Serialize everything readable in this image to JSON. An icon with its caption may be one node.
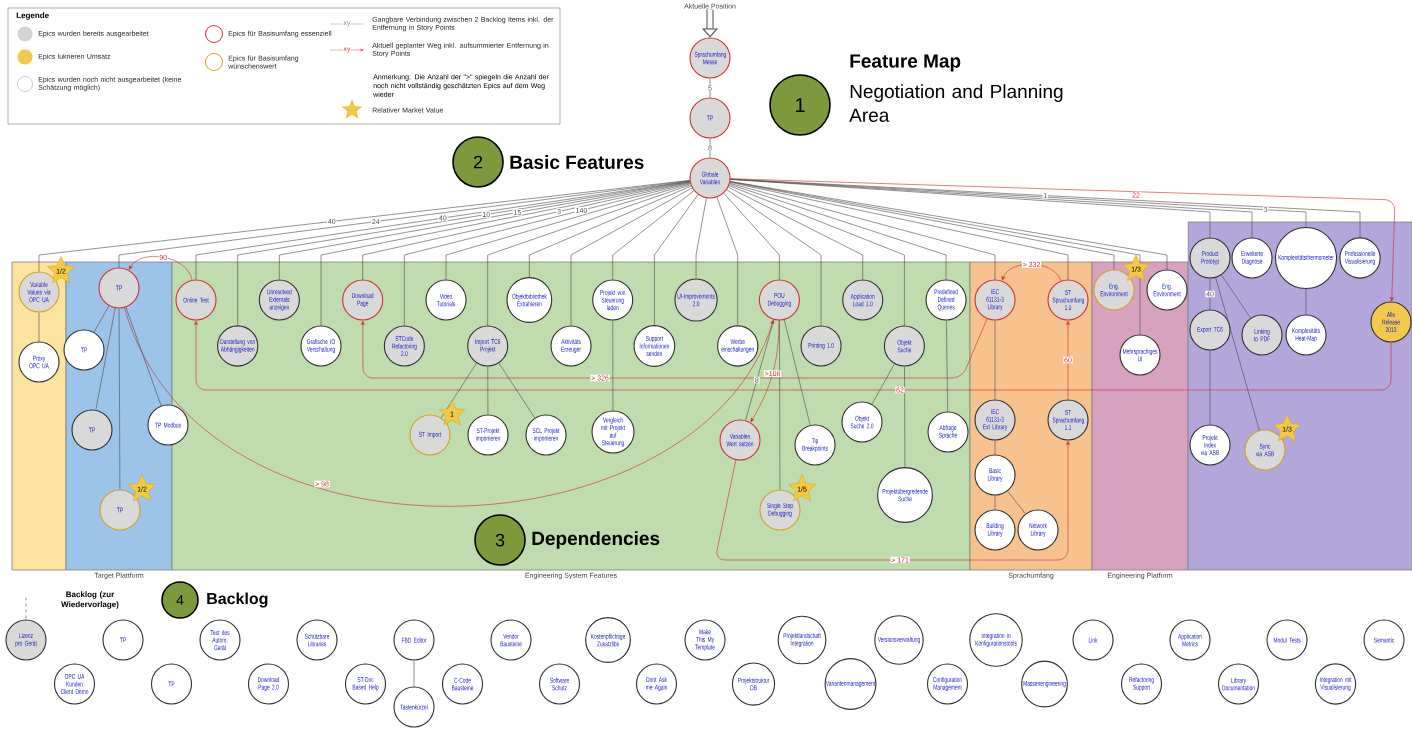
{
  "diagram": {
    "nodes": [
      {
        "text": [
          "Aktuelle Position"
        ]
      },
      {
        "text": [
          "Sprachumfang Messe"
        ]
      },
      {
        "text": [
          "TP"
        ]
      },
      {
        "text": [
          "Globale Variablen"
        ]
      },
      {
        "text": [],
        "shape": "box"
      },
      {
        "text": [
          "Target Plattform"
        ]
      },
      {
        "text": [
          "Engineering System Features"
        ]
      },
      {
        "text": [
          "Sprachumfang"
        ]
      },
      {
        "text": [
          "Engineering Platform"
        ]
      },
      {
        "text": [],
        "shape": "box"
      },
      {
        "text": [
          "Variable Values via OPC UA"
        ],
        "in": 4,
        "beside": [
          "1/2"
        ]
      },
      {
        "text": [
          "Proxy OPC UA"
        ],
        "in": 4
      },
      {
        "text": [
          "TP"
        ],
        "in": 5
      },
      {
        "text": [
          "TP"
        ],
        "in": 5
      },
      {
        "text": [
          "TP"
        ],
        "in": 5
      },
      {
        "text": [
          "TP Modbus"
        ]
      },
      {
        "text": [
          "TP"
        ],
        "in": 5,
        "beside": [
          "1/2"
        ]
      },
      {
        "text": [
          "Online Test"
        ],
        "in": 6
      },
      {
        "text": [
          "Darstellung von Abhängigkeiten"
        ],
        "in": 6
      },
      {
        "text": [
          "Unresolved Externals anzeigen"
        ],
        "in": 6
      },
      {
        "text": [
          "Grafische IO Verschaltung"
        ],
        "in": 6
      },
      {
        "text": [
          "Download Page"
        ],
        "in": 6
      },
      {
        "text": [
          "STCode Refactoring 2.0"
        ],
        "in": 6
      },
      {
        "text": [
          "Video Tutorials"
        ],
        "in": 6
      },
      {
        "text": [
          "Import TC6 Projekt"
        ],
        "in": 6
      },
      {
        "text": [
          "Objektbibliothek Extrahieren"
        ],
        "in": 6
      },
      {
        "text": [
          "Aktivitäts Erzeuger"
        ],
        "in": 6
      },
      {
        "text": [
          "Projekt von Steuerung laden"
        ],
        "in": 6
      },
      {
        "text": [
          "Support Informationen senden"
        ],
        "in": 6
      },
      {
        "text": [
          "UI-Improvements 2.0"
        ],
        "in": 6
      },
      {
        "text": [
          "Werbe einschaltungen"
        ],
        "in": 6
      },
      {
        "text": [
          "POU Debugging"
        ],
        "in": 6
      },
      {
        "text": [
          "Printing 1.0"
        ],
        "in": 6
      },
      {
        "text": [
          "Application Load 1.0"
        ],
        "in": 6
      },
      {
        "text": [
          "Objekt Suche"
        ],
        "in": 6
      },
      {
        "text": [
          "Predefined Defined Queries"
        ],
        "in": 6
      },
      {
        "text": [
          "ST Import"
        ],
        "in": 6,
        "beside": [
          "1"
        ]
      },
      {
        "text": [
          "ST-Projekt importieren"
        ],
        "in": 6
      },
      {
        "text": [
          "SCL Projekt importieren"
        ],
        "in": 6
      },
      {
        "text": [
          "Vergleich mit Projekt auf Steuerung"
        ],
        "in": 6
      },
      {
        "text": [
          "Variablen Wert setzen"
        ],
        "in": 6
      },
      {
        "text": [
          "Single Step Debugging"
        ],
        "in": 6,
        "beside": [
          "1/5"
        ]
      },
      {
        "text": [
          "Tip Breakpoints"
        ],
        "in": 6
      },
      {
        "text": [
          "Objekt Suche 2.0"
        ],
        "in": 6
      },
      {
        "text": [
          "Projektübergreifende Suche"
        ],
        "in": 6
      },
      {
        "text": [
          "Abfrage Sprache"
        ],
        "in": 6
      },
      {
        "text": [
          "IEC 61131-3 Library"
        ],
        "in": 7
      },
      {
        "text": [
          "ST Sprachumfang 1.0"
        ],
        "in": 7
      },
      {
        "text": [
          "IEC 61131-3 Ext Library"
        ],
        "in": 7
      },
      {
        "text": [
          "ST Sprachumfang 1.1"
        ],
        "in": 7
      },
      {
        "text": [
          "Basic Library"
        ],
        "in": 7
      },
      {
        "text": [
          "Building Library"
        ],
        "in": 7
      },
      {
        "text": [
          "Network Library"
        ],
        "in": 7
      },
      {
        "text": [
          "Eng. Environment"
        ],
        "in": 8,
        "beside": [
          "1/3"
        ]
      },
      {
        "text": [
          "Eng. Environment"
        ],
        "in": 8
      },
      {
        "text": [
          "Mehrsprachiges UI"
        ],
        "in": 8
      },
      {
        "text": [
          "Product Prototyp"
        ],
        "in": 9
      },
      {
        "text": [
          "Erweiterte Diagnose"
        ],
        "in": 9
      },
      {
        "text": [
          "Komplexitätsthermometer"
        ],
        "in": 9
      },
      {
        "text": [
          "Professionelle Visualisierung"
        ],
        "in": 9
      },
      {
        "text": [
          "Alle Release 2013"
        ],
        "in": 9
      },
      {
        "text": [
          "Export TC6"
        ],
        "in": 9
      },
      {
        "text": [
          "Komplexitäts Heat-Map"
        ],
        "in": 9
      },
      {
        "text": [
          "Linking to PDF"
        ],
        "in": 9
      },
      {
        "text": [
          "Projekt Index via ASB"
        ],
        "in": 9
      },
      {
        "text": [
          "Sync via ASB"
        ],
        "in": 9,
        "beside": [
          "1/3"
        ]
      },
      {
        "text": [
          "1"
        ]
      },
      {
        "text": [
          "2"
        ]
      },
      {
        "text": [
          "3"
        ],
        "in": 6
      },
      {
        "text": [
          "4"
        ]
      },
      {
        "text": [
          "Lizenz pro Gerät"
        ]
      },
      {
        "text": [
          "OPC UA Kunden Client Demo"
        ]
      },
      {
        "text": [
          "TP"
        ]
      },
      {
        "text": [
          "TP"
        ]
      },
      {
        "text": [
          "Test des Autom. Gerät"
        ]
      },
      {
        "text": [
          "Download Page 2.0"
        ]
      },
      {
        "text": [
          "Schützbare Libraries"
        ]
      },
      {
        "text": [
          "ST-Doc Based Help"
        ]
      },
      {
        "text": [
          "FBD Editor"
        ]
      },
      {
        "text": [
          "Tastenkürzel"
        ]
      },
      {
        "text": [
          "C-Code Bausteine"
        ]
      },
      {
        "text": [
          "Vendor Bausteine"
        ]
      },
      {
        "text": [
          "Software Schutz"
        ]
      },
      {
        "text": [
          "Kostenpflichtige Zusatzlibs"
        ]
      },
      {
        "text": [
          "Dont Ask me Again"
        ]
      },
      {
        "text": [
          "Make This My Template"
        ]
      },
      {
        "text": [
          "Projektstruktur DB"
        ]
      },
      {
        "text": [
          "Projektlandschaft Integration"
        ]
      },
      {
        "text": [
          "Variantenmanagement"
        ]
      },
      {
        "text": [
          "Versionsverwaltung"
        ]
      },
      {
        "text": [
          "Configuration Management"
        ]
      },
      {
        "text": [
          "Integration in Konfigurationstools"
        ]
      },
      {
        "text": [
          "Massenengineering"
        ]
      },
      {
        "text": [
          "Link"
        ]
      },
      {
        "text": [
          "Refactoring Support"
        ]
      },
      {
        "text": [
          "Application Metrics"
        ]
      },
      {
        "text": [
          "Library Documentation"
        ]
      },
      {
        "text": [
          "Modul Tests"
        ]
      },
      {
        "text": [
          "Integration mit Visualisierung"
        ]
      },
      {
        "text": [
          "Semantic"
        ]
      }
    ],
    "edges": [
      {
        "from": 0,
        "to": 1,
        "arrow": "to",
        "style": "thick"
      },
      {
        "from": 1,
        "to": 2,
        "arrow": "none",
        "label": "5"
      },
      {
        "from": 2,
        "to": 3,
        "arrow": "none",
        "label": "8"
      },
      {
        "from": 3,
        "to": 10,
        "arrow": "none",
        "label": "40"
      },
      {
        "from": 3,
        "to": 12,
        "arrow": "none",
        "label": "24"
      },
      {
        "from": 3,
        "to": 17,
        "arrow": "none",
        "label": "40"
      },
      {
        "from": 3,
        "to": 18,
        "arrow": "none",
        "label": "10"
      },
      {
        "from": 3,
        "to": 19,
        "arrow": "none",
        "label": "15"
      },
      {
        "from": 3,
        "to": 20,
        "arrow": "none"
      },
      {
        "from": 3,
        "to": 21,
        "arrow": "none",
        "label": "3"
      },
      {
        "from": 3,
        "to": 22,
        "arrow": "none",
        "label": "140"
      },
      {
        "from": 3,
        "to": 23,
        "arrow": "none"
      },
      {
        "from": 3,
        "to": 24,
        "arrow": "none"
      },
      {
        "from": 3,
        "to": 25,
        "arrow": "none"
      },
      {
        "from": 3,
        "to": 26,
        "arrow": "none"
      },
      {
        "from": 3,
        "to": 27,
        "arrow": "none"
      },
      {
        "from": 3,
        "to": 28,
        "arrow": "none"
      },
      {
        "from": 3,
        "to": 29,
        "arrow": "none"
      },
      {
        "from": 3,
        "to": 30,
        "arrow": "none"
      },
      {
        "from": 3,
        "to": 31,
        "arrow": "none"
      },
      {
        "from": 3,
        "to": 32,
        "arrow": "none"
      },
      {
        "from": 3,
        "to": 33,
        "arrow": "none"
      },
      {
        "from": 3,
        "to": 34,
        "arrow": "none"
      },
      {
        "from": 3,
        "to": 35,
        "arrow": "none"
      },
      {
        "from": 3,
        "to": 46,
        "arrow": "none"
      },
      {
        "from": 3,
        "to": 47,
        "arrow": "none"
      },
      {
        "from": 3,
        "to": 53,
        "arrow": "none"
      },
      {
        "from": 3,
        "to": 54,
        "arrow": "none"
      },
      {
        "from": 3,
        "to": 55,
        "arrow": "none"
      },
      {
        "from": 3,
        "to": 56,
        "arrow": "none"
      },
      {
        "from": 3,
        "to": 57,
        "arrow": "none"
      },
      {
        "from": 3,
        "to": 58,
        "arrow": "none",
        "label": "3"
      },
      {
        "from": 3,
        "to": 59,
        "arrow": "none",
        "label": "1"
      },
      {
        "from": 3,
        "to": 60,
        "arrow": "to",
        "label": "22",
        "color": "#d02828"
      },
      {
        "from": 17,
        "to": 12,
        "arrow": "to",
        "label": "90",
        "color": "#d02828"
      },
      {
        "from": 46,
        "to": 21,
        "arrow": "to",
        "label": "> 326",
        "color": "#d02828"
      },
      {
        "from": 60,
        "to": 17,
        "arrow": "to",
        "label": "62",
        "color": "#d02828"
      },
      {
        "from": 47,
        "to": 46,
        "arrow": "to",
        "label": "> 332",
        "color": "#d02828"
      },
      {
        "from": 49,
        "to": 47,
        "arrow": "to",
        "label": "60",
        "color": "#d02828"
      },
      {
        "from": 31,
        "to": 40,
        "arrow": "to",
        "label": ">108",
        "color": "#d02828"
      },
      {
        "from": 12,
        "to": 31,
        "arrow": "to",
        "label": "> 98",
        "color": "#d02828"
      },
      {
        "from": 40,
        "to": 49,
        "arrow": "to",
        "label": "> 171",
        "color": "#d02828"
      },
      {
        "from": 10,
        "to": 11,
        "arrow": "none"
      },
      {
        "from": 12,
        "to": 13,
        "arrow": "none"
      },
      {
        "from": 12,
        "to": 14,
        "arrow": "none"
      },
      {
        "from": 12,
        "to": 15,
        "arrow": "none"
      },
      {
        "from": 12,
        "to": 16,
        "arrow": "none"
      },
      {
        "from": 24,
        "to": 36,
        "arrow": "none"
      },
      {
        "from": 24,
        "to": 37,
        "arrow": "none"
      },
      {
        "from": 24,
        "to": 38,
        "arrow": "none"
      },
      {
        "from": 27,
        "to": 39,
        "arrow": "none"
      },
      {
        "from": 31,
        "to": 40,
        "arrow": "none",
        "label": "8"
      },
      {
        "from": 31,
        "to": 42,
        "arrow": "none"
      },
      {
        "from": 31,
        "to": 41,
        "arrow": "none"
      },
      {
        "from": 34,
        "to": 43,
        "arrow": "none"
      },
      {
        "from": 34,
        "to": 44,
        "arrow": "none"
      },
      {
        "from": 35,
        "to": 45,
        "arrow": "none"
      },
      {
        "from": 46,
        "to": 48,
        "arrow": "none"
      },
      {
        "from": 48,
        "to": 50,
        "arrow": "none"
      },
      {
        "from": 50,
        "to": 51,
        "arrow": "none"
      },
      {
        "from": 50,
        "to": 52,
        "arrow": "none"
      },
      {
        "from": 56,
        "to": 61,
        "arrow": "none",
        "label": "40"
      },
      {
        "from": 61,
        "to": 64,
        "arrow": "none"
      },
      {
        "from": 56,
        "to": 63,
        "arrow": "none"
      },
      {
        "from": 56,
        "to": 65,
        "arrow": "none"
      },
      {
        "from": 58,
        "to": 62,
        "arrow": "none"
      },
      {
        "from": 78,
        "to": 79,
        "arrow": "none"
      },
      {
        "from": null,
        "to": 70,
        "arrow": "none",
        "style": "dashed"
      }
    ],
    "labels": [
      "Legende",
      "xy",
      "xy",
      "Anmerkung: Die Anzahl der \">\" spiegeln die Anzahl der noch nicht vollständig geschätzten Epics auf dem Weg wieder",
      "Feature Map",
      "Negotiation and Planning Area",
      "Basic Features",
      "Dependencies",
      "Backlog (zur Wiedervorlage)",
      "Backlog"
    ],
    "legend": [
      {
        "text": "Epics wurden bereits ausgearbeitet",
        "color": "#d4d4d4"
      },
      {
        "text": "Epics lukrieren Umsatz",
        "color": "#f2c94c"
      },
      {
        "text": "Epics wurden noch nicht ausgearbeitet (keine Schätzung möglich)"
      },
      {
        "text": "Epics für Basisumfang essenziell"
      },
      {
        "text": "Epics für Basisumfang wünschenswert"
      },
      {
        "text": "Gangbare Verbindung zwischen 2 Backlog Items inkl. der Entfernung in Story Points"
      },
      {
        "text": "Aktuell geplanter Weg inkl. aufsummierter Entfernung in Story Points"
      },
      {
        "text": "Relativer Market Value"
      }
    ]
  }
}
